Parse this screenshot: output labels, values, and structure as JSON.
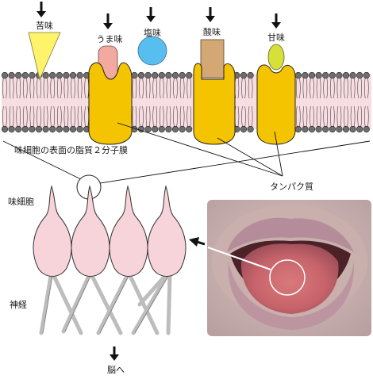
{
  "tastes": {
    "bitter": "苦味",
    "umami": "うま味",
    "salty": "塩味",
    "sour": "酸味",
    "sweet": "甘味"
  },
  "labels": {
    "membrane": "味細胞の表面の脂質２分子膜",
    "protein": "タンパク質",
    "taste_cell": "味細胞",
    "nerve": "神経",
    "to_brain": "脳へ"
  },
  "colors": {
    "protein": "#F5C400",
    "bitter": "#FFF36B",
    "umami": "#F2A9A0",
    "salty": "#58BEF0",
    "sour": "#D3A874",
    "sweet": "#D7DF3A",
    "membrane": "#F8DDE2",
    "cell": "#F7D3DA",
    "nerve": "#BDBDBD"
  }
}
